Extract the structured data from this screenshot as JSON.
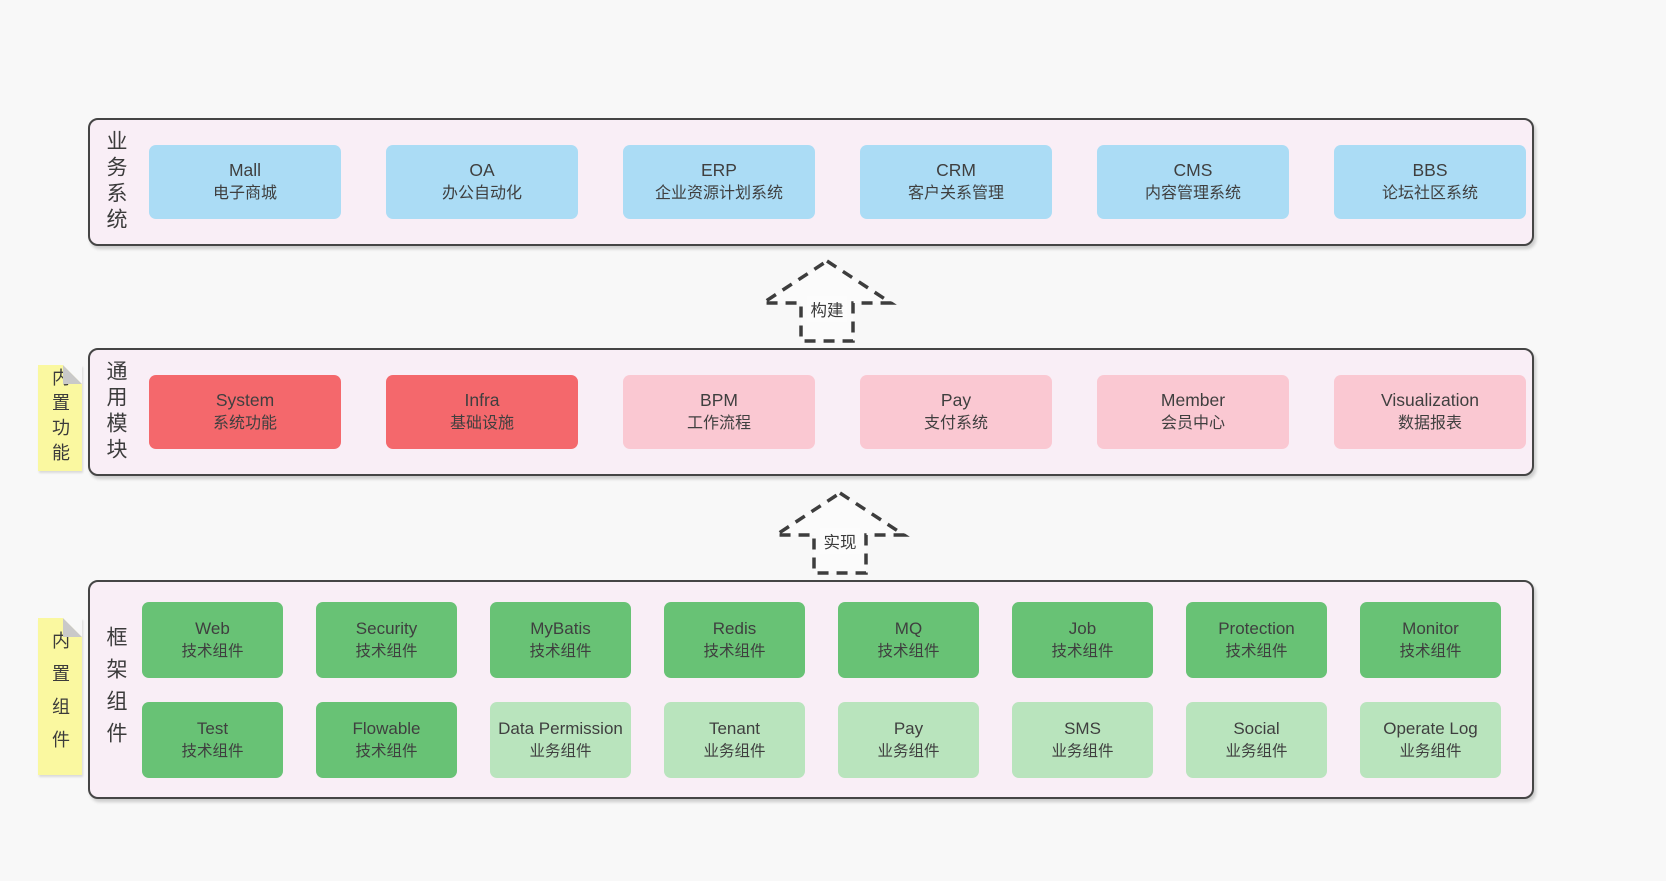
{
  "colors": {
    "page_bg": "#f8f8f8",
    "panel_bg": "#f9eef6",
    "panel_border": "#454545",
    "box_blue": "#abdcf5",
    "box_red": "#f4686c",
    "box_pink": "#fac8d2",
    "box_green": "#68c275",
    "box_light_green": "#b9e4bd",
    "tag_yellow": "#faf8a0",
    "text": "#3d3d3d"
  },
  "arrows": [
    {
      "label": "构建"
    },
    {
      "label": "实现"
    }
  ],
  "business_layer": {
    "label": "业务系统",
    "boxes": [
      {
        "en": "Mall",
        "zh": "电子商城"
      },
      {
        "en": "OA",
        "zh": "办公自动化"
      },
      {
        "en": "ERP",
        "zh": "企业资源计划系统"
      },
      {
        "en": "CRM",
        "zh": "客户关系管理"
      },
      {
        "en": "CMS",
        "zh": "内容管理系统"
      },
      {
        "en": "BBS",
        "zh": "论坛社区系统"
      }
    ]
  },
  "module_layer": {
    "label": "通用模块",
    "tag": "内置功能",
    "boxes": [
      {
        "en": "System",
        "zh": "系统功能"
      },
      {
        "en": "Infra",
        "zh": "基础设施"
      },
      {
        "en": "BPM",
        "zh": "工作流程"
      },
      {
        "en": "Pay",
        "zh": "支付系统"
      },
      {
        "en": "Member",
        "zh": "会员中心"
      },
      {
        "en": "Visualization",
        "zh": "数据报表"
      }
    ]
  },
  "component_layer": {
    "label": "框架组件",
    "tag": "内置组件",
    "row1": [
      {
        "en": "Web",
        "zh": "技术组件"
      },
      {
        "en": "Security",
        "zh": "技术组件"
      },
      {
        "en": "MyBatis",
        "zh": "技术组件"
      },
      {
        "en": "Redis",
        "zh": "技术组件"
      },
      {
        "en": "MQ",
        "zh": "技术组件"
      },
      {
        "en": "Job",
        "zh": "技术组件"
      },
      {
        "en": "Protection",
        "zh": "技术组件"
      },
      {
        "en": "Monitor",
        "zh": "技术组件"
      }
    ],
    "row2": [
      {
        "en": "Test",
        "zh": "技术组件"
      },
      {
        "en": "Flowable",
        "zh": "技术组件"
      },
      {
        "en": "Data Permission",
        "zh": "业务组件"
      },
      {
        "en": "Tenant",
        "zh": "业务组件"
      },
      {
        "en": "Pay",
        "zh": "业务组件"
      },
      {
        "en": "SMS",
        "zh": "业务组件"
      },
      {
        "en": "Social",
        "zh": "业务组件"
      },
      {
        "en": "Operate Log",
        "zh": "业务组件"
      }
    ]
  }
}
